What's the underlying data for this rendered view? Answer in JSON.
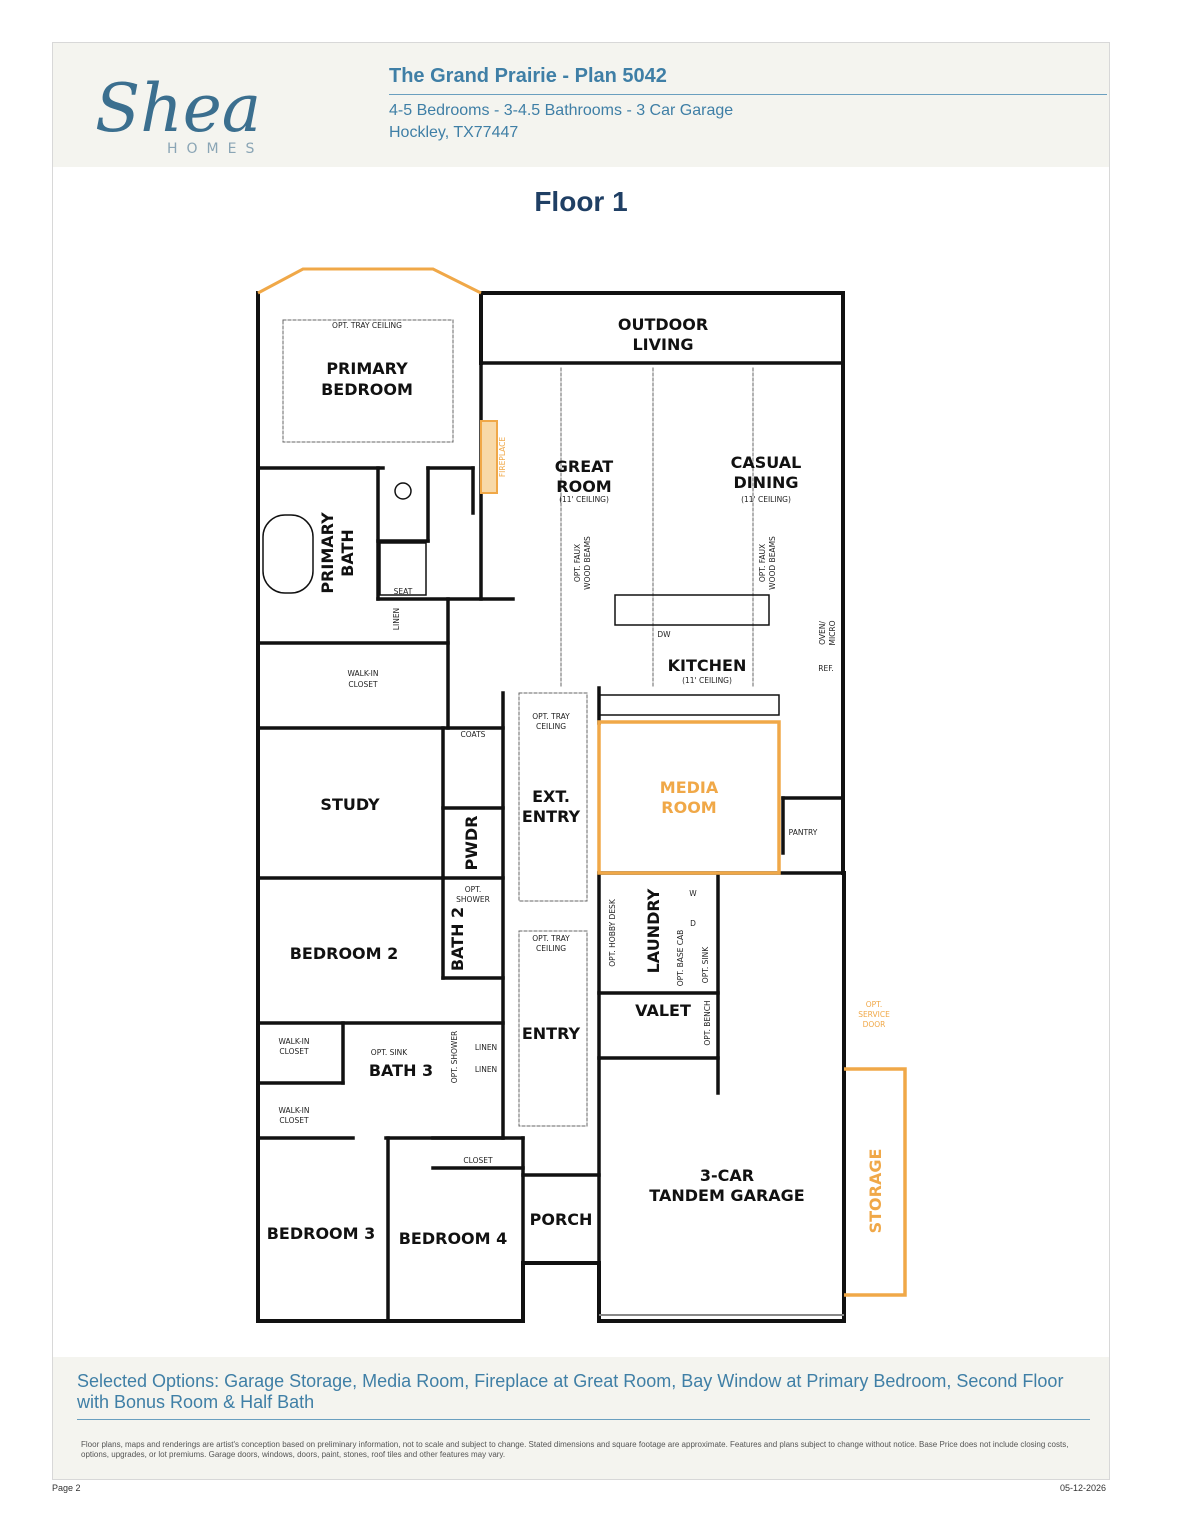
{
  "header": {
    "logo_script": "Shea",
    "logo_sub": "HOMES",
    "title": "The Grand Prairie - Plan 5042",
    "specs": "4-5 Bedrooms - 3-4.5 Bathrooms - 3 Car Garage",
    "location": "Hockley, TX77447"
  },
  "floor_title": "Floor 1",
  "rooms": {
    "outdoor_living": [
      "OUTDOOR",
      "LIVING"
    ],
    "primary_bedroom": [
      "PRIMARY",
      "BEDROOM"
    ],
    "opt_tray_ceiling": "OPT. TRAY CEILING",
    "great_room": [
      "GREAT",
      "ROOM"
    ],
    "great_room_ceiling": "(11' CEILING)",
    "casual_dining": [
      "CASUAL",
      "DINING"
    ],
    "casual_dining_ceiling": "(11' CEILING)",
    "fireplace": "FIREPLACE",
    "faux_beams": [
      "OPT. FAUX",
      "WOOD BEAMS"
    ],
    "primary_bath": [
      "PRIMARY",
      "BATH"
    ],
    "seat": "SEAT",
    "linen": "LINEN",
    "walk_in_closet": [
      "WALK-IN",
      "CLOSET"
    ],
    "kitchen": "KITCHEN",
    "kitchen_ceiling": "(11' CEILING)",
    "dw": "DW",
    "oven_micro": [
      "OVEN/",
      "MICRO"
    ],
    "ref": "REF.",
    "coats": "COATS",
    "study": "STUDY",
    "pwdr": "PWDR",
    "ext_entry": [
      "EXT.",
      "ENTRY"
    ],
    "opt_tray_ceiling_short": [
      "OPT. TRAY",
      "CEILING"
    ],
    "media_room": [
      "MEDIA",
      "ROOM"
    ],
    "pantry": "PANTRY",
    "opt_shower": [
      "OPT.",
      "SHOWER"
    ],
    "bath2": "BATH 2",
    "bedroom2": "BEDROOM 2",
    "opt_hobby_desk": "OPT. HOBBY DESK",
    "laundry": "LAUNDRY",
    "w": "W",
    "d": "D",
    "opt_base_cab": "OPT. BASE CAB",
    "opt_sink": "OPT. SINK",
    "valet": "VALET",
    "opt_bench": "OPT. BENCH",
    "opt_service_door": [
      "OPT.",
      "SERVICE",
      "DOOR"
    ],
    "entry": "ENTRY",
    "opt_sink_bath3": "OPT. SINK",
    "bath3": "BATH 3",
    "opt_shower_bath3": "OPT. SHOWER",
    "linen_a": "LINEN",
    "linen_b": "LINEN",
    "walk_in_closet_b2": [
      "WALK-IN",
      "CLOSET"
    ],
    "walk_in_closet_b3": [
      "WALK-IN",
      "CLOSET"
    ],
    "closet": "CLOSET",
    "porch": "PORCH",
    "garage": [
      "3-CAR",
      "TANDEM GARAGE"
    ],
    "storage": "STORAGE",
    "bedroom3": "BEDROOM 3",
    "bedroom4": "BEDROOM 4"
  },
  "colors": {
    "brand_blue": "#3f7fa6",
    "title_navy": "#1f3f64",
    "option_orange": "#f0a848",
    "wall": "#111111"
  },
  "footer": {
    "selected_options": "Selected Options: Garage Storage, Media Room, Fireplace at Great Room, Bay Window at Primary Bedroom, Second Floor with Bonus Room & Half Bath",
    "disclaimer": "Floor plans, maps and renderings are artist's conception based on preliminary information, not to scale and subject to change. Stated dimensions and square footage are approximate. Features and plans subject to change without notice. Base Price does not include closing costs, options, upgrades, or lot premiums. Garage doors, windows, doors, paint, stones, roof tiles and other features may vary.",
    "page": "Page 2",
    "date": "05-12-2026"
  }
}
